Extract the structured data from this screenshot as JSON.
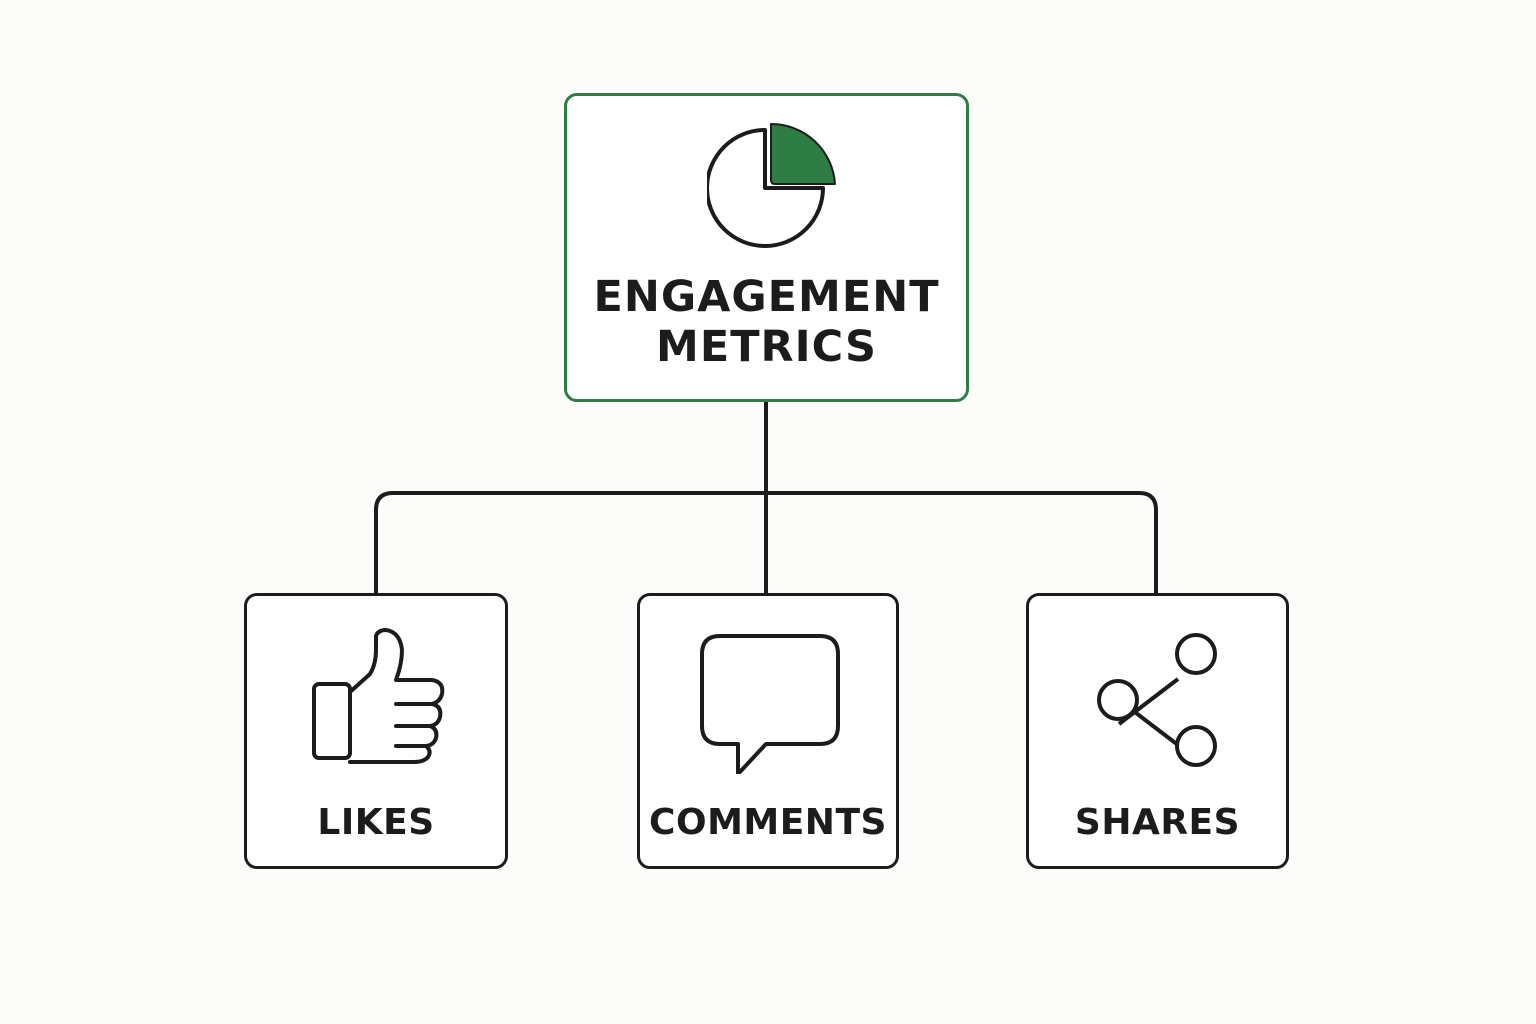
{
  "diagram": {
    "root": {
      "label": "ENGAGEMENT\nMETRICS",
      "icon": "pie-chart-icon",
      "accent_color": "#2e7d45"
    },
    "children": [
      {
        "label": "LIKES",
        "icon": "thumbs-up-icon"
      },
      {
        "label": "COMMENTS",
        "icon": "speech-bubble-icon"
      },
      {
        "label": "SHARES",
        "icon": "share-icon"
      }
    ],
    "colors": {
      "stroke": "#1c1c1c",
      "accent": "#2e7d45",
      "background": "#fcfcfa"
    }
  }
}
